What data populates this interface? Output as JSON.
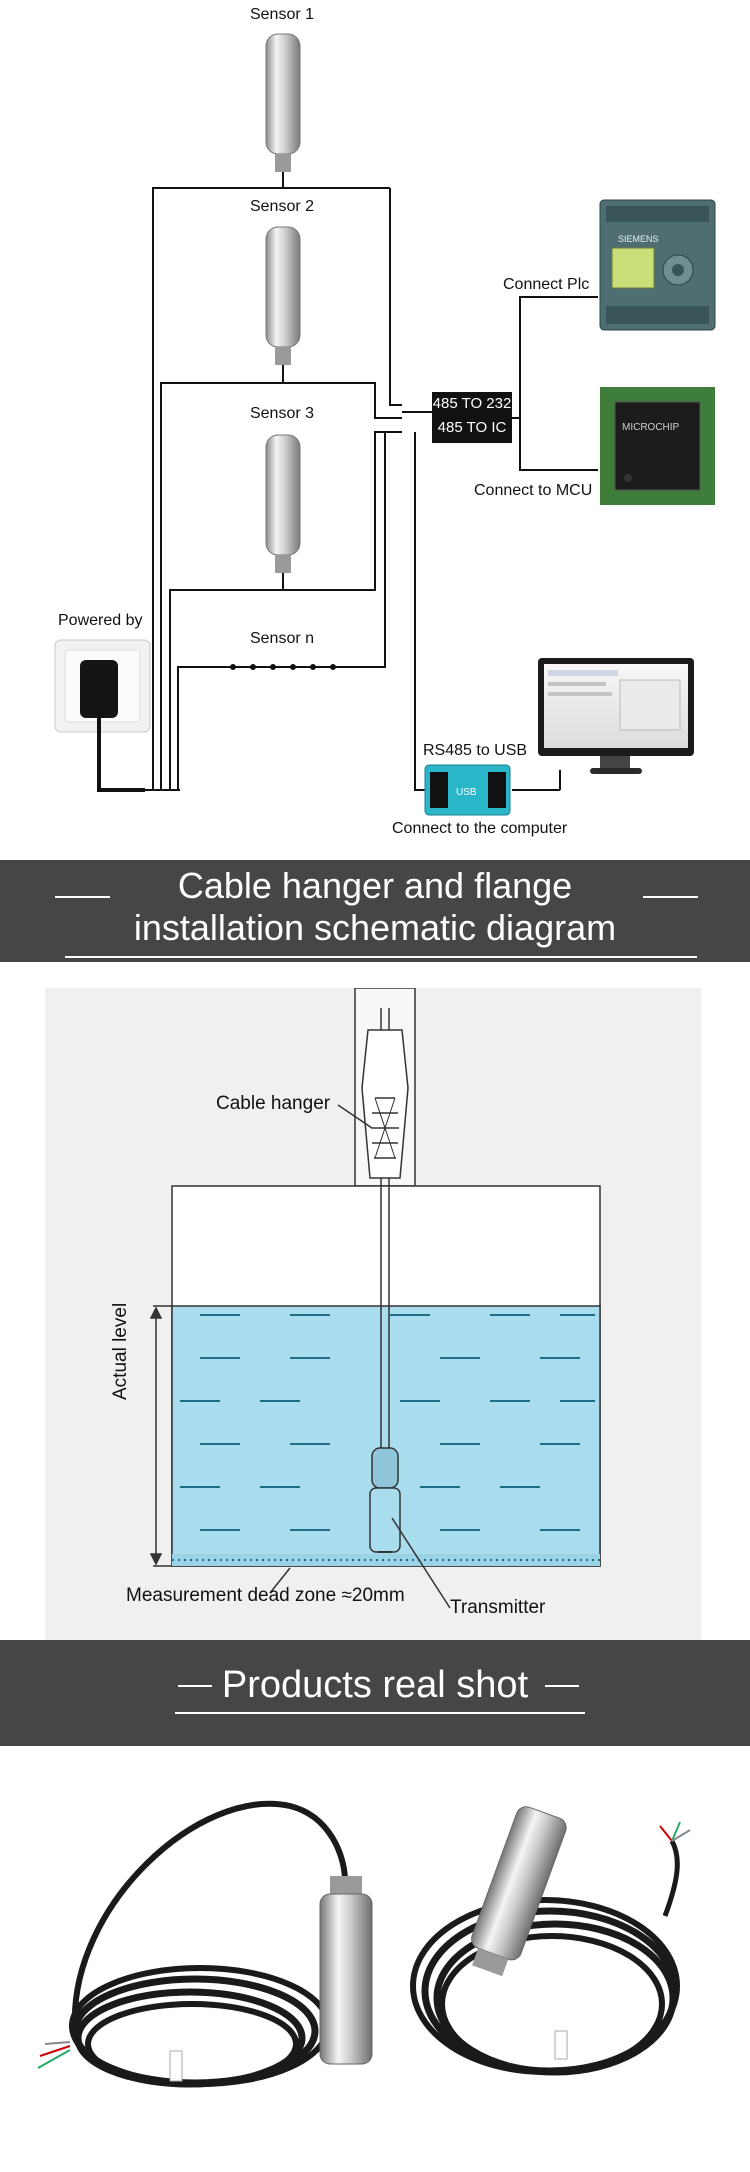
{
  "wiring": {
    "sensors": [
      "Sensor 1",
      "Sensor 2",
      "Sensor 3",
      "Sensor n"
    ],
    "powered_by": "Powered by",
    "converter": [
      "485 TO 232",
      "485 TO IC"
    ],
    "connect_plc": "Connect Plc",
    "connect_mcu": "Connect to MCU",
    "rs485_usb": "RS485 to USB",
    "connect_computer": "Connect to the computer",
    "plc_brand": "SIEMENS",
    "chip_brand": "MICROCHIP",
    "module_label": "USB"
  },
  "section1": {
    "title_line1": "Cable hanger and flange",
    "title_line2": "installation schematic diagram"
  },
  "install": {
    "cable_hanger": "Cable hanger",
    "actual_level": "Actual level",
    "dead_zone": "Measurement dead zone ≈20mm",
    "transmitter": "Transmitter"
  },
  "section2": {
    "title": "Products real shot"
  },
  "colors": {
    "banner": "#464646",
    "water": "#a9ddee",
    "water_line": "#1f6f8b"
  }
}
